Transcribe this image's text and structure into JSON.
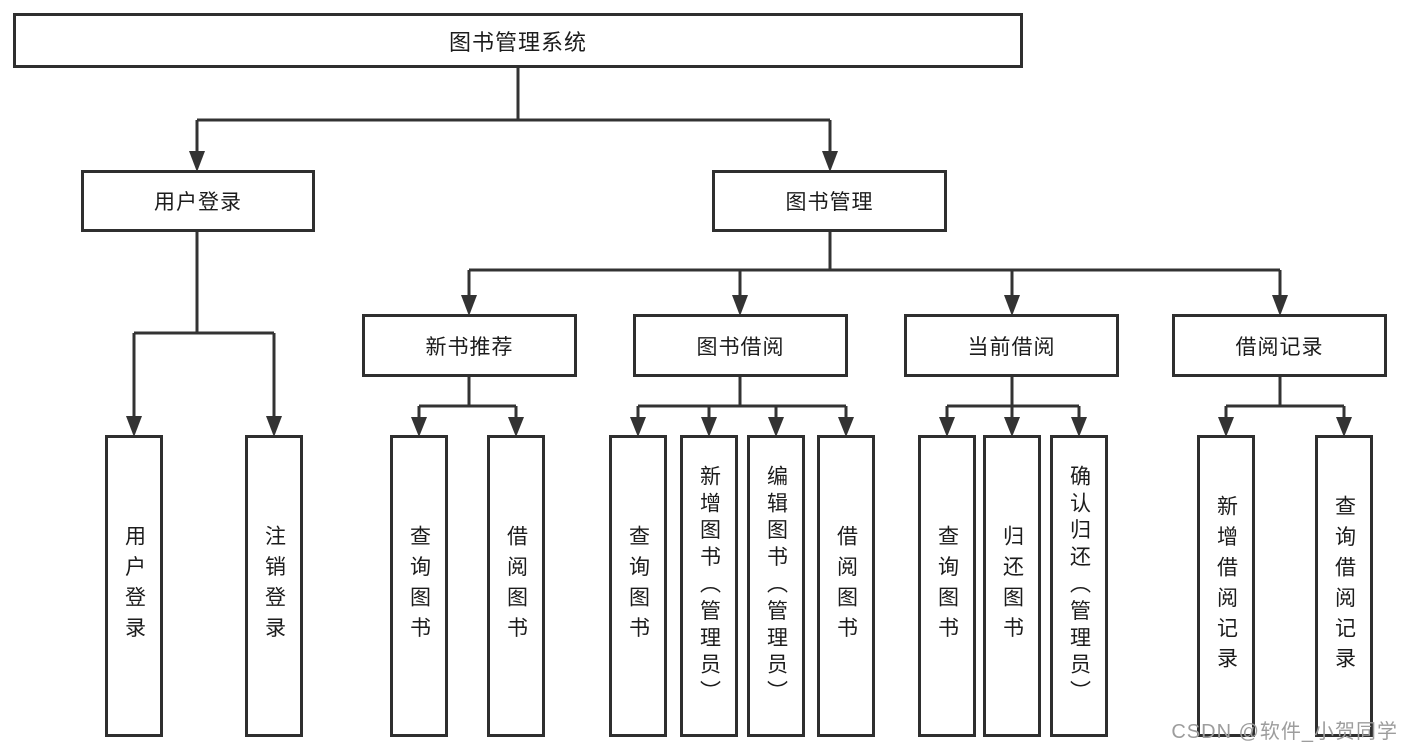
{
  "colors": {
    "line": "#333333",
    "border": "#2f2f2f",
    "text": "#1c1c1c",
    "watermark": "#9d9d9d",
    "background": "#ffffff"
  },
  "watermark": "CSDN @软件_小贺同学",
  "diagram": {
    "root": {
      "label": "图书管理系统",
      "children": [
        {
          "label": "用户登录",
          "children": [
            {
              "label": "用户登录"
            },
            {
              "label": "注销登录"
            }
          ]
        },
        {
          "label": "图书管理",
          "children": [
            {
              "label": "新书推荐",
              "children": [
                {
                  "label": "查询图书"
                },
                {
                  "label": "借阅图书"
                }
              ]
            },
            {
              "label": "图书借阅",
              "children": [
                {
                  "label": "查询图书"
                },
                {
                  "label": "新增图书（管理员）"
                },
                {
                  "label": "编辑图书（管理员）"
                },
                {
                  "label": "借阅图书"
                }
              ]
            },
            {
              "label": "当前借阅",
              "children": [
                {
                  "label": "查询图书"
                },
                {
                  "label": "归还图书"
                },
                {
                  "label": "确认归还（管理员）"
                }
              ]
            },
            {
              "label": "借阅记录",
              "children": [
                {
                  "label": "新增借阅记录"
                },
                {
                  "label": "查询借阅记录"
                }
              ]
            }
          ]
        }
      ]
    }
  }
}
